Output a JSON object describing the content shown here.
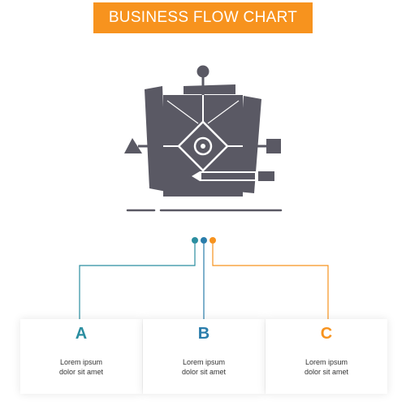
{
  "header": {
    "title": "BUSINESS FLOW CHART"
  },
  "colors": {
    "banner": "#f7931e",
    "icon": "#5a5964",
    "teal": "#2b8ea0",
    "blue": "#2a7dab",
    "orange": "#f7931e"
  },
  "icon": {
    "name": "algorithm-design-icon"
  },
  "steps": [
    {
      "letter": "A",
      "line1": "Lorem ipsum",
      "line2": "dolor sit amet",
      "color": "#2b8ea0"
    },
    {
      "letter": "B",
      "line1": "Lorem ipsum",
      "line2": "dolor sit amet",
      "color": "#2a7dab"
    },
    {
      "letter": "C",
      "line1": "Lorem ipsum",
      "line2": "dolor sit amet",
      "color": "#f7931e"
    }
  ]
}
